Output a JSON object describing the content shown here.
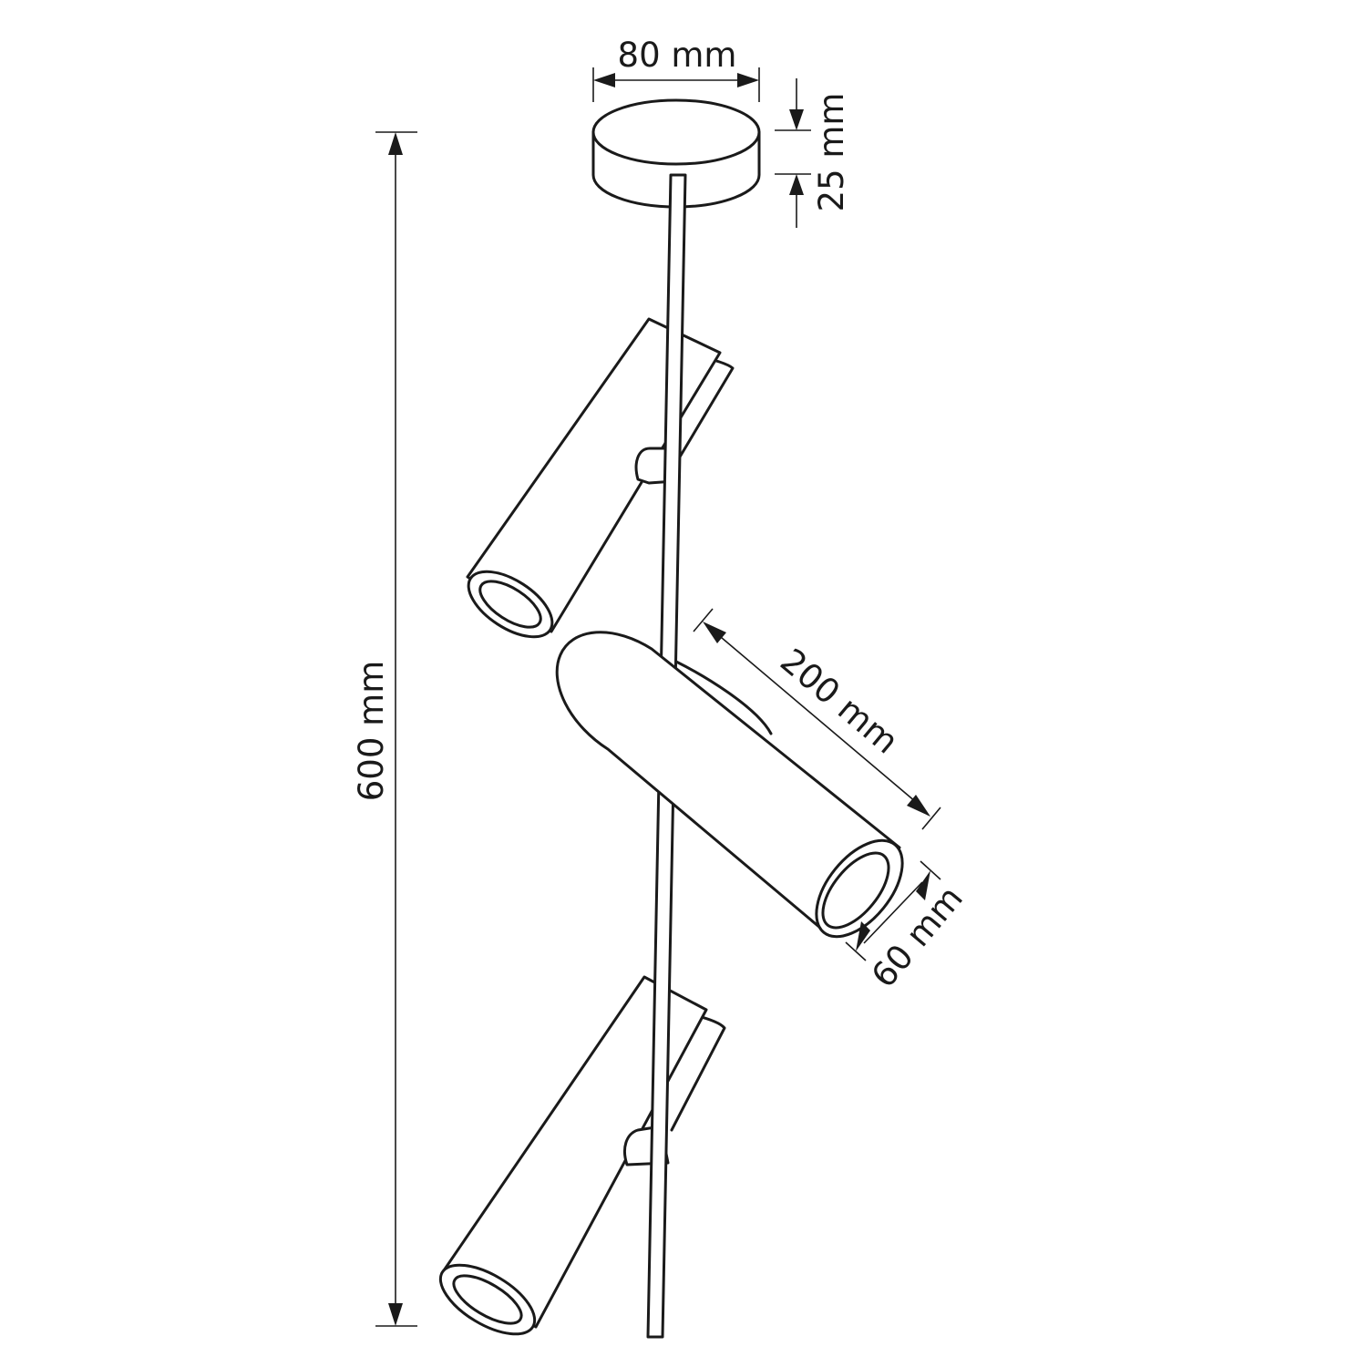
{
  "dimensions": {
    "base_diameter": "80 mm",
    "base_height": "25 mm",
    "total_height": "600 mm",
    "shade_length": "200 mm",
    "shade_diameter": "60 mm"
  },
  "colors": {
    "line": "#1a1a1a",
    "background": "#ffffff"
  }
}
